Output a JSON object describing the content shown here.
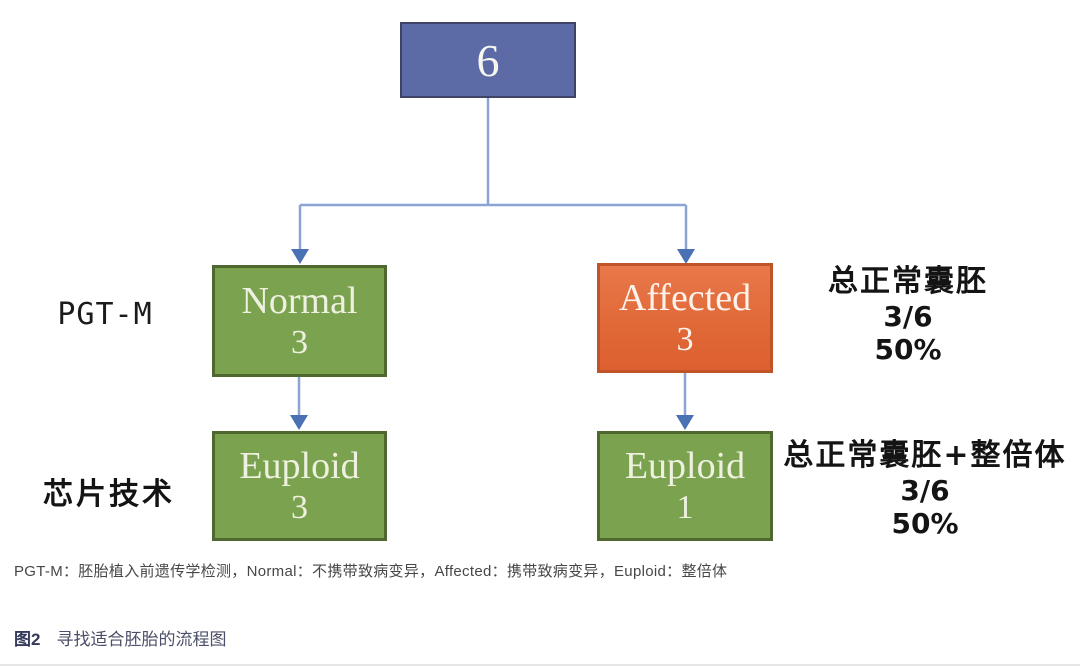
{
  "flowchart": {
    "root": {
      "label": "6"
    },
    "nodes": [
      {
        "id": "normal",
        "label": "Normal",
        "count": "3"
      },
      {
        "id": "affected",
        "label": "Affected",
        "count": "3"
      },
      {
        "id": "euploid-left",
        "label": "Euploid",
        "count": "3"
      },
      {
        "id": "euploid-right",
        "label": "Euploid",
        "count": "1"
      }
    ],
    "row_labels": [
      {
        "text": "PGT-M"
      },
      {
        "text": "芯片技术"
      }
    ],
    "annotations": [
      {
        "title": "总正常囊胚",
        "fraction": "3/6",
        "percent": "50%"
      },
      {
        "title": "总正常囊胚+整倍体",
        "fraction": "3/6",
        "percent": "50%"
      }
    ],
    "colors": {
      "root_fill": "#5c6aa6",
      "root_border": "#3e4263",
      "green_fill": "#7ba24f",
      "green_border": "#4e6830",
      "orange_fill": "#df6534",
      "orange_border": "#bf5429",
      "connector_line": "#8aa5d3",
      "arrowhead": "#4a71b4",
      "node_text": "#f2f2e8"
    }
  },
  "footnote": "PGT-M：胚胎植入前遗传学检测，Normal：不携带致病变异，Affected：携带致病变异，Euploid：整倍体",
  "caption": {
    "tag": "图2",
    "text": "寻找适合胚胎的流程图"
  }
}
